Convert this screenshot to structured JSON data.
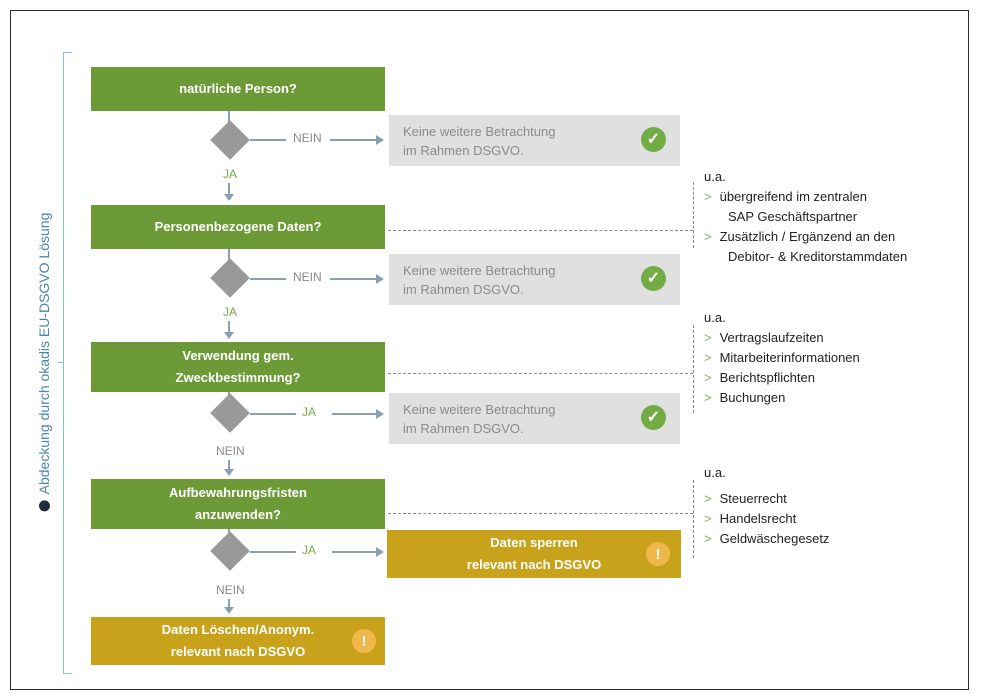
{
  "side_label": "Abdeckung durch okadis EU-DSGVO Lösung",
  "steps": {
    "q1": "natürliche Person?",
    "q2": "Personenbezogene Daten?",
    "q3_line1": "Verwendung gem.",
    "q3_line2": "Zweckbestimmung?",
    "q4_line1": "Aufbewahrungsfristen",
    "q4_line2": "anzuwenden?"
  },
  "branches": {
    "b1": "NEIN",
    "b2": "NEIN",
    "b3": "JA",
    "b4": "JA",
    "down1": "JA",
    "down2": "JA",
    "down3": "NEIN",
    "down4": "NEIN"
  },
  "outcomes": {
    "no_consider_line1": "Keine weitere Betrachtung",
    "no_consider_line2": "im Rahmen DSGVO.",
    "block_line1": "Daten sperren",
    "block_line2": "relevant nach DSGVO",
    "delete_line1": "Daten Löschen/Anonym.",
    "delete_line2": "relevant nach DSGVO"
  },
  "notes": {
    "n1": {
      "heading": "u.a.",
      "items": [
        {
          "line1": "übergreifend im zentralen",
          "line2": "SAP Geschäftspartner"
        },
        {
          "line1": "Zusätzlich / Ergänzend an den",
          "line2": "Debitor- & Kreditorstammdaten"
        }
      ]
    },
    "n2": {
      "heading": "u.a.",
      "items": [
        "Vertragslaufzeiten",
        "Mitarbeiterinformationen",
        "Berichtspflichten",
        "Buchungen"
      ]
    },
    "n3": {
      "heading": "u.a.",
      "items": [
        "Steuerrecht",
        "Handelsrecht",
        "Geldwäschegesetz"
      ]
    }
  },
  "icons": {
    "check": "check-circle-icon",
    "warning": "exclamation-circle-icon",
    "bullet": "chevron-right-icon"
  },
  "colors": {
    "green": "#6c9a37",
    "yellow": "#c9a21c",
    "gray_box": "#e0e0e0",
    "check_green": "#73ab45",
    "warning_orange": "#f0b84a",
    "side_blue": "#4a86a8"
  }
}
